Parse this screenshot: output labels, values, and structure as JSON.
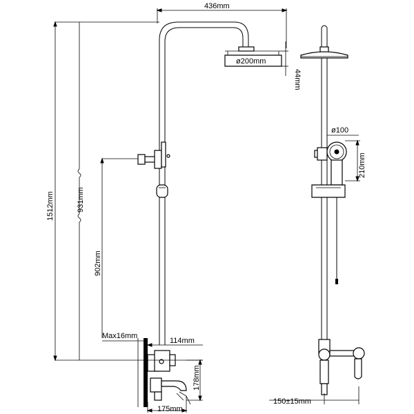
{
  "dimensions": {
    "arm_width": "436mm",
    "head_diameter": "ø200mm",
    "head_thickness": "44mm",
    "total_height": "1512mm",
    "slide_range": "931mm",
    "mixer_height": "902mm",
    "wall_max": "Max16mm",
    "mixer_depth": "114mm",
    "spout_height": "178mm",
    "spout_length": "175mm",
    "hand_diameter": "ø100",
    "hand_height": "210mm",
    "inlet_spacing": "150±15mm"
  }
}
